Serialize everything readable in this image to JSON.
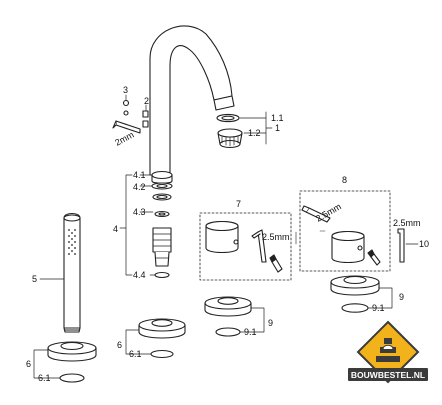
{
  "labels": {
    "c1": "1",
    "c1_1": "1.1",
    "c1_2": "1.2",
    "c2": "2",
    "c3": "3",
    "c4": "4",
    "c4_1": "4.1",
    "c4_2": "4.2",
    "c4_3": "4.3",
    "c4_4": "4.4",
    "c5": "5",
    "c6a": "6",
    "c6_1a": "6.1",
    "c6b": "6",
    "c6_1b": "6.1",
    "c7": "7",
    "c8": "8",
    "c9a": "9",
    "c9_1a": "9.1",
    "c9b": "9",
    "c9_1b": "9.1",
    "c10": "10"
  },
  "dims": {
    "key_spout": "2mm",
    "key_7": "2.5mm",
    "key_8": "2.5mm",
    "key_10": "2.5mm"
  },
  "logo": {
    "text": "BOUWBESTEL.NL",
    "colors": {
      "sign": "#f2b21b",
      "banner": "#3b3b3b",
      "text": "#ffffff"
    }
  }
}
